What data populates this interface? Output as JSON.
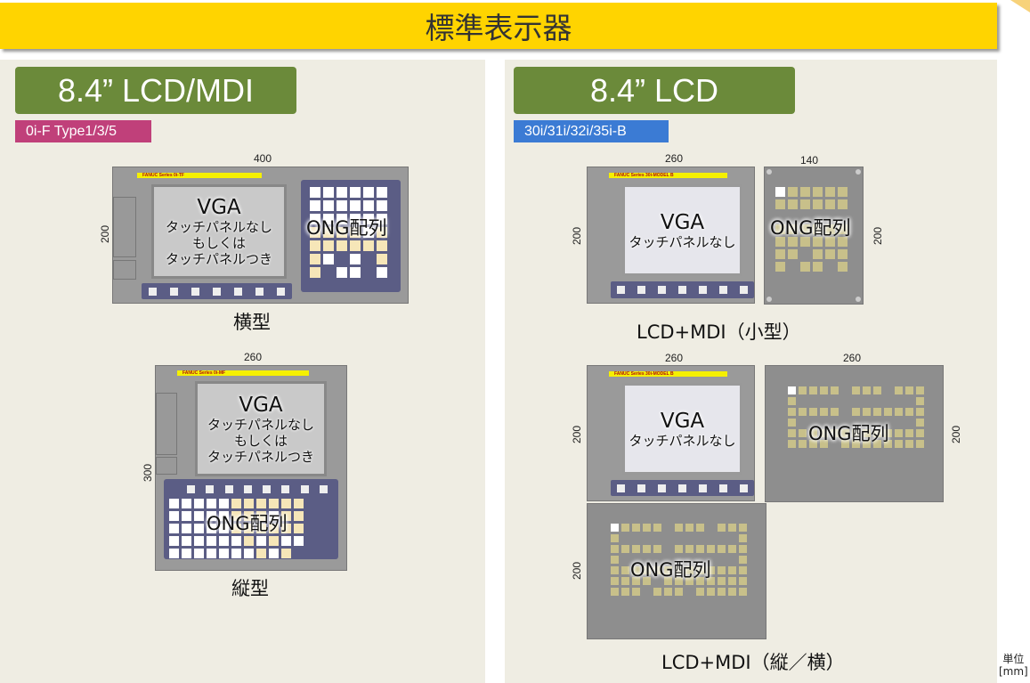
{
  "title": "標準表示器",
  "colors": {
    "title_bar": "#ffd400",
    "header": "#6b8a3a",
    "badge_left": "#c0407a",
    "badge_right": "#3b7bd4",
    "mdi_blue": "#5b5d85",
    "key_white": "#ffffff",
    "key_cream": "#f6e6b8",
    "key_khaki": "#c8c08a"
  },
  "left": {
    "header": "8.4” LCD/MDI",
    "badge": "0i-F Type1/3/5",
    "horizontal": {
      "width": "400",
      "height": "200",
      "brand": "FANUC Series 0i-TF",
      "screen_title": "VGA",
      "screen_lines": [
        "タッチパネルなし",
        "もしくは",
        "タッチパネルつき"
      ],
      "keypad": "ONG配列",
      "caption": "横型"
    },
    "vertical": {
      "width": "260",
      "height": "300",
      "brand": "FANUC Series 0i-MF",
      "screen_title": "VGA",
      "screen_lines": [
        "タッチパネルなし",
        "もしくは",
        "タッチパネルつき"
      ],
      "keypad": "ONG配列",
      "caption": "縦型"
    }
  },
  "right": {
    "header": "8.4” LCD",
    "badge": "30i/31i/32i/35i-B",
    "small": {
      "lcd_width": "260",
      "mdi_width": "140",
      "height_left": "200",
      "height_right": "200",
      "brand": "FANUC Series 30i-MODEL B",
      "screen_title": "VGA",
      "screen_line": "タッチパネルなし",
      "keypad": "ONG配列",
      "caption": "LCD+MDI（小型）"
    },
    "large": {
      "lcd_width": "260",
      "mdi_width": "260",
      "height_left": "200",
      "height_right": "200",
      "height_bottom": "200",
      "brand": "FANUC Series 30i-MODEL B",
      "screen_title": "VGA",
      "screen_line": "タッチパネルなし",
      "keypad_h": "ONG配列",
      "keypad_v": "ONG配列",
      "caption": "LCD+MDI（縦／横）"
    }
  },
  "unit": {
    "label": "単位",
    "value": "[mm]"
  }
}
